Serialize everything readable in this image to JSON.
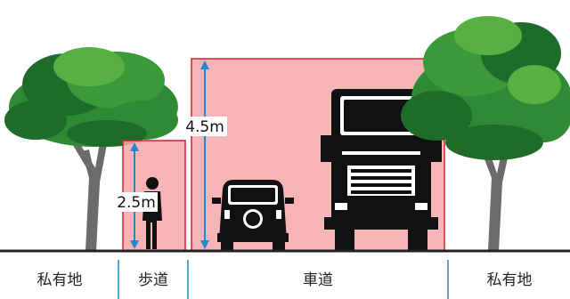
{
  "colors": {
    "clearance_fill": "#f4a7a9",
    "clearance_stroke": "#c9252b",
    "dimension_arrow": "#1e88d0",
    "ground": "#222222",
    "foliage_dark": "#1f6b2a",
    "foliage_mid": "#2f8a35",
    "foliage_light": "#58b043",
    "trunk": "#6b6b6b",
    "vehicle": "#111111"
  },
  "zones": {
    "private_left": "私有地",
    "sidewalk": "歩道",
    "roadway": "車道",
    "private_right": "私有地"
  },
  "dimensions": {
    "sidewalk_height": "2.5m",
    "roadway_height": "4.5m"
  },
  "icons": [
    "tree-icon",
    "pedestrian-icon",
    "car-icon",
    "truck-icon"
  ]
}
